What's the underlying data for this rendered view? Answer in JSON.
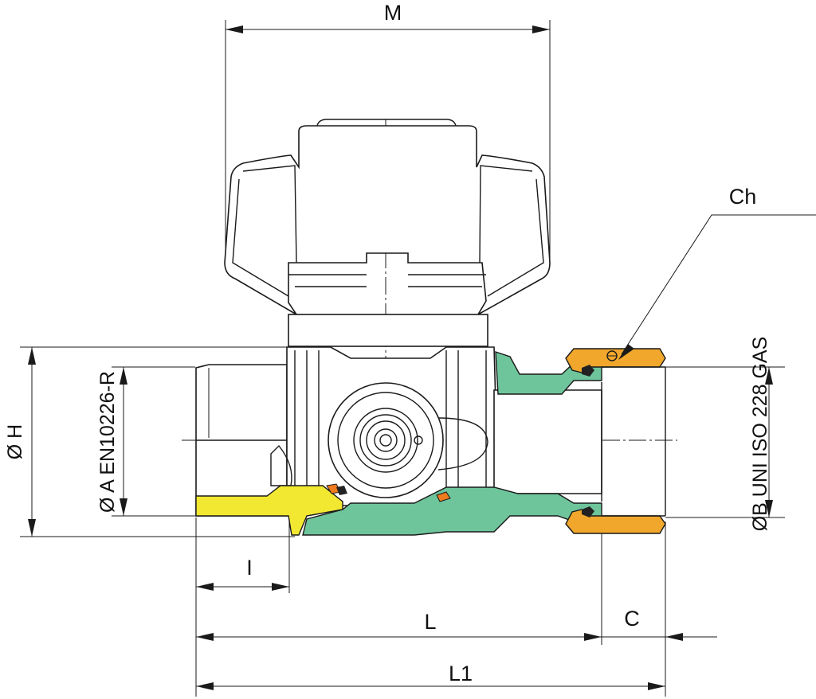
{
  "labels": {
    "M": "M",
    "Ch": "Ch",
    "H": "Ø H",
    "A": "Ø A EN10226-R",
    "B": "ØB UNI ISO 228 GAS",
    "I": "I",
    "L": "L",
    "C": "C",
    "L1": "L1"
  },
  "colors": {
    "yellow_part": "#f2e832",
    "green_body": "#6ec59b",
    "nut_orange": "#f0a72c",
    "seal_orange": "#ee7b1e",
    "line": "#1a1a1a"
  }
}
